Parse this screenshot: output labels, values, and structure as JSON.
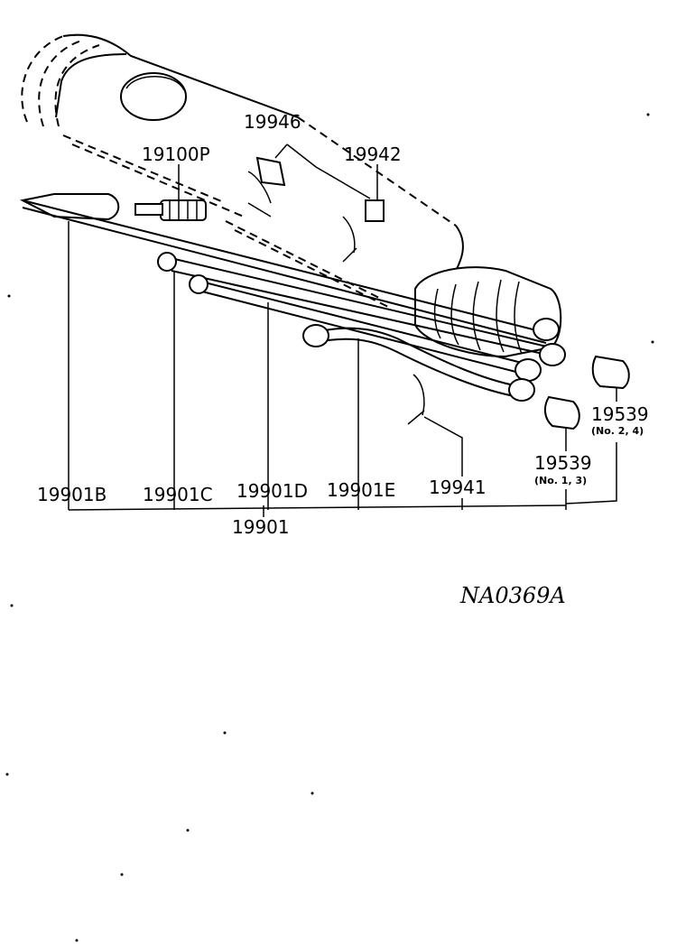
{
  "diagram": {
    "labels": {
      "p19946": "19946",
      "p19942": "19942",
      "p19100P": "19100P",
      "p19539_a": "19539",
      "p19539_a_note": "(No. 2, 4)",
      "p19539_b": "19539",
      "p19539_b_note": "(No. 1, 3)",
      "p19901B": "19901B",
      "p19901C": "19901C",
      "p19901D": "19901D",
      "p19901E": "19901E",
      "p19941": "19941",
      "p19901": "19901"
    },
    "figure_code": "NA0369A"
  }
}
